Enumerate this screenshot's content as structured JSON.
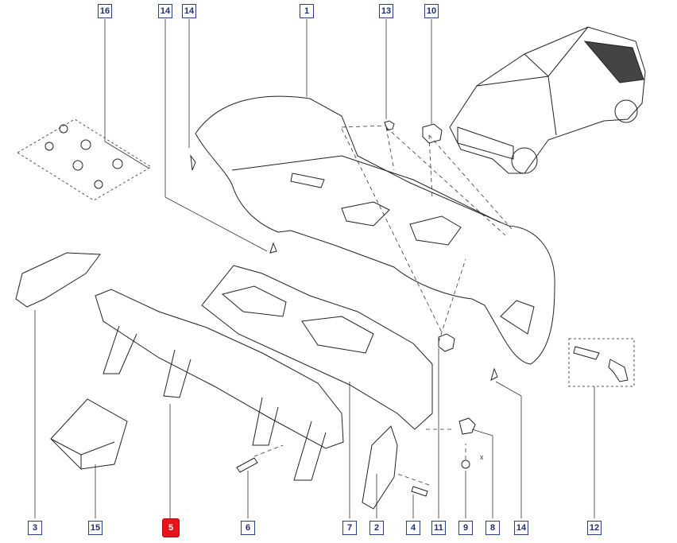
{
  "callouts": {
    "c1": "1",
    "c2": "2",
    "c3": "3",
    "c4": "4",
    "c5": "5",
    "c6": "6",
    "c7": "7",
    "c8": "8",
    "c9": "9",
    "c10": "10",
    "c11": "11",
    "c12": "12",
    "c13": "13",
    "c14a": "14",
    "c14b": "14",
    "c14c": "14",
    "c15": "15",
    "c16": "16"
  },
  "highlighted_part": "5",
  "highlight_color": "#e8141b",
  "callout_color": "#2b3e8a",
  "dimension_mark": "x"
}
